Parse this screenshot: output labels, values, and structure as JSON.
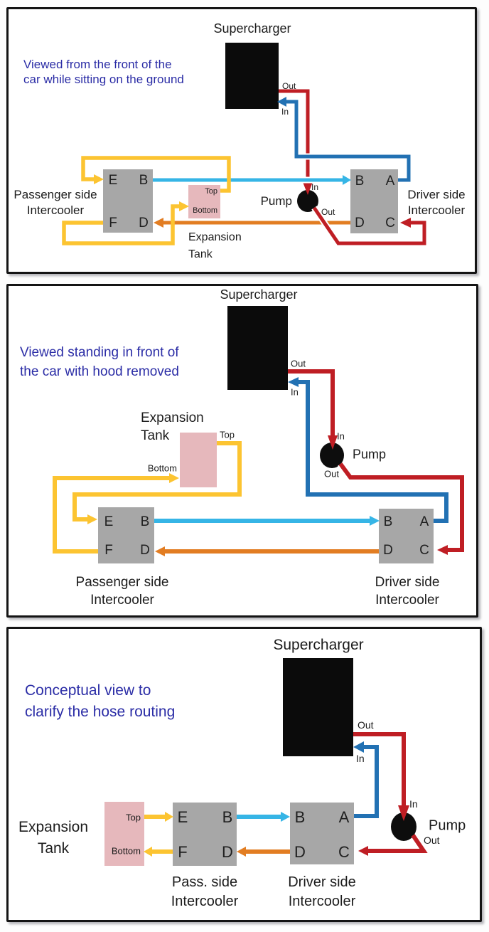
{
  "colors": {
    "hot": "#bf1e24",
    "cold": "#2271b3",
    "chilled": "#36b5e6",
    "warm": "#e27d22",
    "tankline": "#fcc431",
    "tank-fill": "#e6b8bc",
    "box-gray": "#a7a7a7",
    "caption": "#2b2da6"
  },
  "panels": [
    {
      "caption": [
        "Viewed from the front of the",
        "car while sitting on the ground"
      ],
      "supercharger_label": "Supercharger",
      "pump_label": "Pump",
      "sc_out": "Out",
      "sc_in": "In",
      "pump_in": "In",
      "pump_out": "Out",
      "passenger_name": [
        "Passenger side",
        "Intercooler"
      ],
      "driver_name": [
        "Driver side",
        "Intercooler"
      ],
      "tank_name": [
        "Expansion",
        "Tank"
      ],
      "tank_top": "Top",
      "tank_bottom": "Bottom",
      "passenger_ports": {
        "tl": "E",
        "tr": "B",
        "bl": "F",
        "br": "D"
      },
      "driver_ports": {
        "tl": "B",
        "tr": "A",
        "bl": "D",
        "br": "C"
      }
    },
    {
      "caption": [
        "Viewed standing in front of",
        "the car with hood removed"
      ],
      "supercharger_label": "Supercharger",
      "pump_label": "Pump",
      "sc_out": "Out",
      "sc_in": "In",
      "pump_in": "In",
      "pump_out": "Out",
      "passenger_name": [
        "Passenger side",
        "Intercooler"
      ],
      "driver_name": [
        "Driver side",
        "Intercooler"
      ],
      "tank_name": [
        "Expansion",
        "Tank"
      ],
      "tank_top": "Top",
      "tank_bottom": "Bottom",
      "passenger_ports": {
        "tl": "E",
        "tr": "B",
        "bl": "F",
        "br": "D"
      },
      "driver_ports": {
        "tl": "B",
        "tr": "A",
        "bl": "D",
        "br": "C"
      }
    },
    {
      "caption": [
        "Conceptual view to",
        "clarify the hose routing"
      ],
      "supercharger_label": "Supercharger",
      "pump_label": "Pump",
      "sc_out": "Out",
      "sc_in": "In",
      "pump_in": "In",
      "pump_out": "Out",
      "passenger_name": [
        "Pass. side",
        "Intercooler"
      ],
      "driver_name": [
        "Driver side",
        "Intercooler"
      ],
      "tank_name": [
        "Expansion",
        "Tank"
      ],
      "tank_top": "Top",
      "tank_bottom": "Bottom",
      "passenger_ports": {
        "tl": "E",
        "tr": "B",
        "bl": "F",
        "br": "D"
      },
      "driver_ports": {
        "tl": "B",
        "tr": "A",
        "bl": "D",
        "br": "C"
      }
    }
  ]
}
